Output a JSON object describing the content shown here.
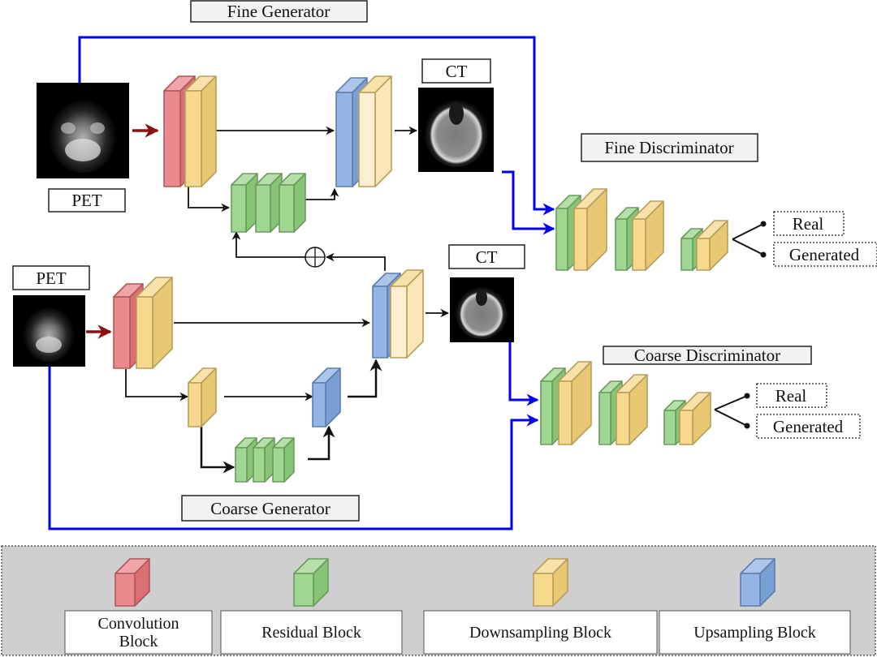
{
  "title_labels": {
    "fine_generator": "Fine Generator",
    "coarse_generator": "Coarse Generator",
    "fine_discriminator": "Fine Discriminator",
    "coarse_discriminator": "Coarse Discriminator"
  },
  "image_labels": {
    "fine_input": "PET",
    "fine_output": "CT",
    "coarse_input": "PET",
    "coarse_output": "CT"
  },
  "outputs": {
    "fine": [
      "Real",
      "Generated"
    ],
    "coarse": [
      "Real",
      "Generated"
    ]
  },
  "sum_symbol": "⊕",
  "colors": {
    "convolution": "#e8757a",
    "residual": "#8ecf7c",
    "downsampling": "#f5d27a",
    "upsampling": "#7fa8e0",
    "skip_arrow": "#0000ee",
    "input_arrow": "#8b1010",
    "legend_bg": "#cfcfcf"
  },
  "legend": {
    "items": [
      {
        "key": "convolution",
        "label_lines": [
          "Convolution",
          "Block"
        ]
      },
      {
        "key": "residual",
        "label_lines": [
          "Residual Block"
        ]
      },
      {
        "key": "downsampling",
        "label_lines": [
          "Downsampling Block"
        ]
      },
      {
        "key": "upsampling",
        "label_lines": [
          "Upsampling Block"
        ]
      }
    ]
  }
}
